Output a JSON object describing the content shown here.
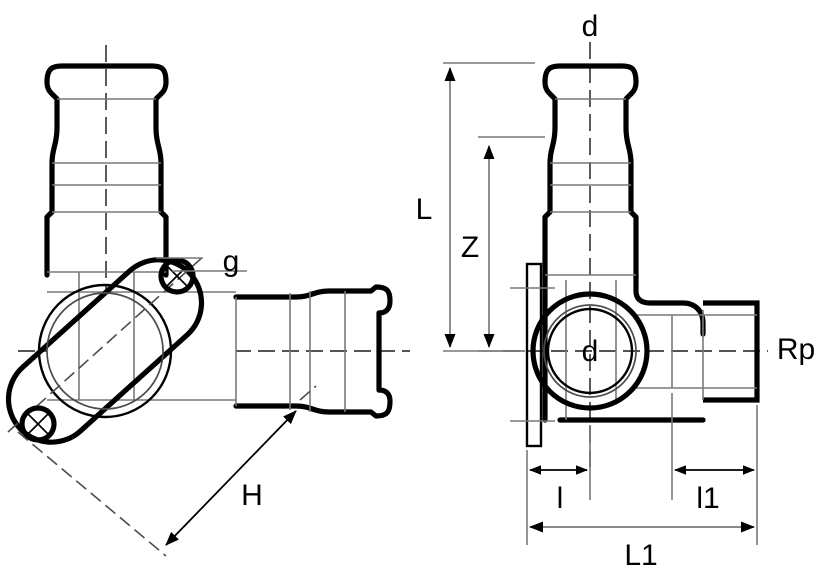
{
  "drawing": {
    "type": "engineering-dimension-drawing",
    "subject": "press-fitting wall-plate elbow",
    "background_color": "#ffffff",
    "line_color": "#000000",
    "light_line_color": "#77797c",
    "views": [
      {
        "name": "side-view",
        "position": "left",
        "description": "side elevation with oval wall plate and two fixing holes"
      },
      {
        "name": "front-view",
        "position": "right",
        "description": "front elevation showing vertical press socket, wall plate and Rp threaded outlet"
      }
    ],
    "labels": {
      "g": "g",
      "H": "H",
      "d_top": "d",
      "d_center": "d",
      "L": "L",
      "Z": "Z",
      "Rp": "Rp",
      "l": "l",
      "l1": "l1",
      "L1": "L1"
    }
  }
}
